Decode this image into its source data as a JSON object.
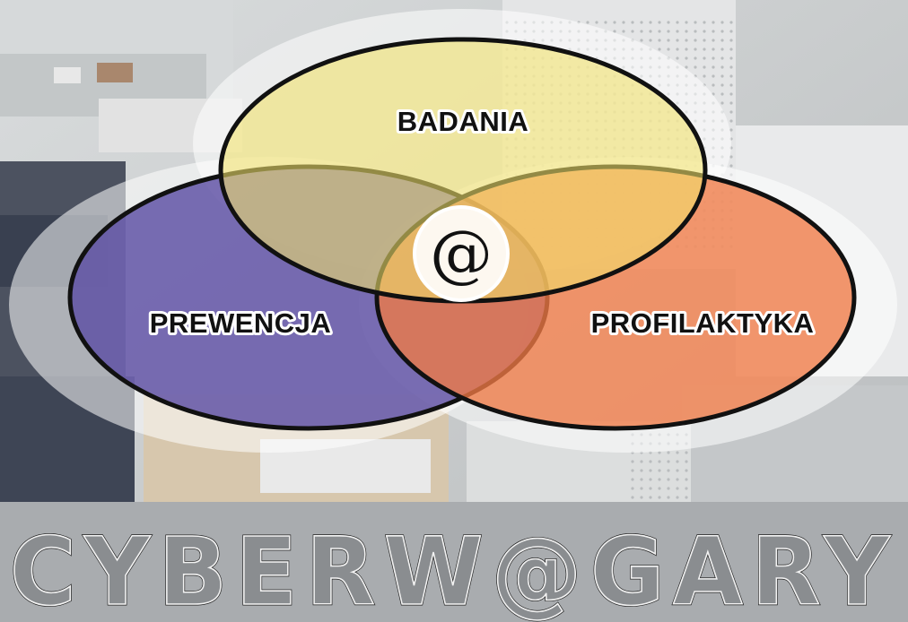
{
  "venn": {
    "top_label": "BADANIA",
    "left_label": "PREWENCJA",
    "right_label": "PROFILAKTYKA",
    "center_symbol": "@"
  },
  "wordmark": "CYBERW@GARY",
  "colors": {
    "badania": "#f2e26a",
    "prewencja": "#5d4ea3",
    "profilaktyka": "#ef7a45",
    "outline": "#111111"
  }
}
